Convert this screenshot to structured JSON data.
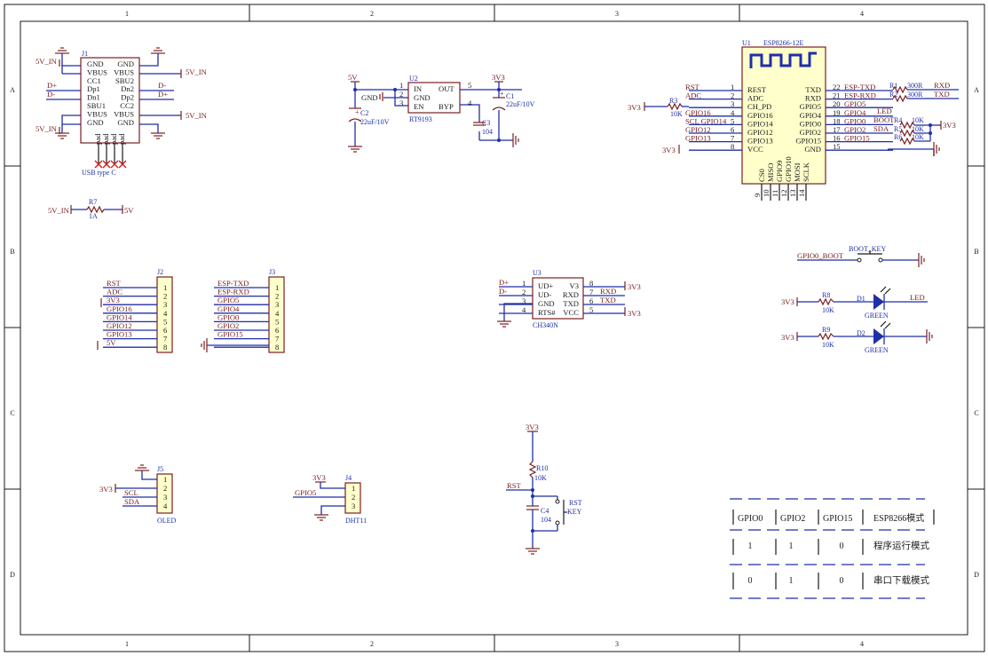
{
  "frame": {
    "col_labels": [
      "1",
      "2",
      "3",
      "4"
    ],
    "row_labels": [
      "A",
      "B",
      "C",
      "D"
    ]
  },
  "usb": {
    "ref": "J1",
    "caption": "USB type C",
    "left_pins": [
      "GND",
      "VBUS",
      "CC1",
      "Dp1",
      "Dn1",
      "SBU1",
      "VBUS",
      "GND"
    ],
    "right_pins": [
      "GND",
      "VBUS",
      "SBU2",
      "Dn2",
      "Dp2",
      "CC2",
      "VBUS",
      "GND"
    ],
    "pad_labels": [
      "pad",
      "pad",
      "pad",
      "pad"
    ],
    "nets": {
      "vin_left_top": "5V_IN",
      "vin_right_top": "5V_IN",
      "vin_left_bot": "5V_IN",
      "vin_right_bot": "5V_IN",
      "dplus_l": "D+",
      "dminus_l": "D-",
      "dminus_r": "D-",
      "dplus_r": "D+"
    }
  },
  "r7": {
    "ref": "R7",
    "value": "1A",
    "net_left": "5V_IN",
    "net_right": "5V"
  },
  "regulator": {
    "ref": "U2",
    "part": "RT9193",
    "pins_left": [
      {
        "num": "1",
        "name": "IN"
      },
      {
        "num": "2",
        "name": "GND"
      },
      {
        "num": "3",
        "name": "EN"
      }
    ],
    "pins_right": [
      {
        "num": "5",
        "name": "OUT"
      },
      {
        "num": "4",
        "name": "BYP"
      }
    ],
    "in_net": "5V",
    "out_net": "3V3",
    "gnd_label": "GND",
    "c2": {
      "ref": "C2",
      "value": "22uF/10V"
    },
    "c1": {
      "ref": "C1",
      "value": "22uF/10V"
    },
    "c3": {
      "ref": "C3",
      "value": "104"
    }
  },
  "esp": {
    "ref": "U1",
    "part": "ESP8266-12E",
    "left": [
      {
        "num": "1",
        "name": "REST",
        "net": "RST"
      },
      {
        "num": "2",
        "name": "ADC",
        "net": "ADC"
      },
      {
        "num": "3",
        "name": "CH_PD",
        "net": ""
      },
      {
        "num": "4",
        "name": "GPIO16",
        "net": "GPIO16"
      },
      {
        "num": "5",
        "name": "GPIO14",
        "net": "SCL GPIO14"
      },
      {
        "num": "6",
        "name": "GPIO12",
        "net": "GPIO12"
      },
      {
        "num": "7",
        "name": "GPIO13",
        "net": "GPIO13"
      },
      {
        "num": "8",
        "name": "VCC",
        "net": ""
      }
    ],
    "right": [
      {
        "num": "22",
        "name": "TXD",
        "net": "ESP-TXD"
      },
      {
        "num": "21",
        "name": "RXD",
        "net": "ESP-RXD"
      },
      {
        "num": "20",
        "name": "GPIO5",
        "net": "GPIO5"
      },
      {
        "num": "19",
        "name": "GPIO4",
        "net": "GPIO4"
      },
      {
        "num": "18",
        "name": "GPIO0",
        "net": "GPIO0"
      },
      {
        "num": "17",
        "name": "GPIO2",
        "net": "GPIO2"
      },
      {
        "num": "16",
        "name": "GPIO15",
        "net": "GPIO15"
      },
      {
        "num": "15",
        "name": "GND",
        "net": ""
      }
    ],
    "bottom": [
      {
        "num": "9",
        "name": "CS0"
      },
      {
        "num": "10",
        "name": "MISO"
      },
      {
        "num": "11",
        "name": "GPIO9"
      },
      {
        "num": "12",
        "name": "GPIO10"
      },
      {
        "num": "13",
        "name": "MOSI"
      },
      {
        "num": "14",
        "name": "SCLK"
      }
    ],
    "r3": {
      "ref": "R3",
      "value": "10K"
    },
    "vcc_net": "3V3",
    "r3_net": "3V3",
    "extra_net_labels": {
      "led": "LED",
      "boot": "BOOT",
      "sda": "SDA",
      "rxd": "RXD",
      "txd": "TXD"
    },
    "r1": {
      "ref": "R1",
      "value": "300R"
    },
    "r2": {
      "ref": "R2",
      "value": "300R"
    },
    "r4": {
      "ref": "R4",
      "value": "10K"
    },
    "r5": {
      "ref": "R5",
      "value": "10K"
    },
    "r6": {
      "ref": "R6",
      "value": "10K"
    },
    "r456_net": "3V3"
  },
  "j2": {
    "ref": "J2",
    "nets": [
      "RST",
      "ADC",
      "3V3",
      "GPIO16",
      "GPIO14",
      "GPIO12",
      "GPIO13",
      "5V"
    ],
    "pins": [
      "1",
      "2",
      "3",
      "4",
      "5",
      "6",
      "7",
      "8"
    ]
  },
  "j3": {
    "ref": "J3",
    "nets": [
      "ESP-TXD",
      "ESP-RXD",
      "GPIO5",
      "GPIO4",
      "GPIO0",
      "GPIO2",
      "GPIO15",
      ""
    ],
    "pins": [
      "1",
      "2",
      "3",
      "4",
      "5",
      "6",
      "7",
      "8"
    ]
  },
  "ch340": {
    "ref": "U3",
    "part": "CH340N",
    "left": [
      {
        "num": "1",
        "name": "UD+",
        "net": "D+"
      },
      {
        "num": "2",
        "name": "UD-",
        "net": "D-"
      },
      {
        "num": "3",
        "name": "GND",
        "net": ""
      },
      {
        "num": "4",
        "name": "RTS#",
        "net": ""
      }
    ],
    "right": [
      {
        "num": "8",
        "name": "V3",
        "net": "3V3"
      },
      {
        "num": "7",
        "name": "RXD",
        "net": "RXD"
      },
      {
        "num": "6",
        "name": "TXD",
        "net": "TXD"
      },
      {
        "num": "5",
        "name": "VCC",
        "net": "3V3"
      }
    ]
  },
  "boot": {
    "ref": "BOOT_KEY",
    "net": "GPIO0_BOOT"
  },
  "led1": {
    "ref": "D1",
    "color": "GREEN",
    "r": "R8",
    "value": "10K",
    "net_in": "3V3",
    "net_out": "LED"
  },
  "led2": {
    "ref": "D2",
    "color": "GREEN",
    "r": "R9",
    "value": "10K",
    "net_in": "3V3"
  },
  "oled": {
    "ref": "J5",
    "label": "OLED",
    "pins": [
      "1",
      "2",
      "3",
      "4"
    ],
    "nets": {
      "vcc": "3V3",
      "scl": "SCL",
      "sda": "SDA"
    }
  },
  "dht": {
    "ref": "J4",
    "label": "DHT11",
    "pins": [
      "1",
      "2",
      "3"
    ],
    "nets": {
      "vcc": "3V3",
      "data": "GPIO5"
    }
  },
  "reset": {
    "net_top": "3V3",
    "r": "R10",
    "r_value": "10K",
    "net": "RST",
    "c": "C4",
    "c_value": "104",
    "key_line1": "RST",
    "key_line2": "KEY"
  },
  "mode_table": {
    "header": [
      "GPIO0",
      "GPIO2",
      "GPIO15",
      "ESP8266模式"
    ],
    "rows": [
      [
        "1",
        "1",
        "0",
        "程序运行模式"
      ],
      [
        "0",
        "1",
        "0",
        "串口下载模式"
      ]
    ]
  }
}
